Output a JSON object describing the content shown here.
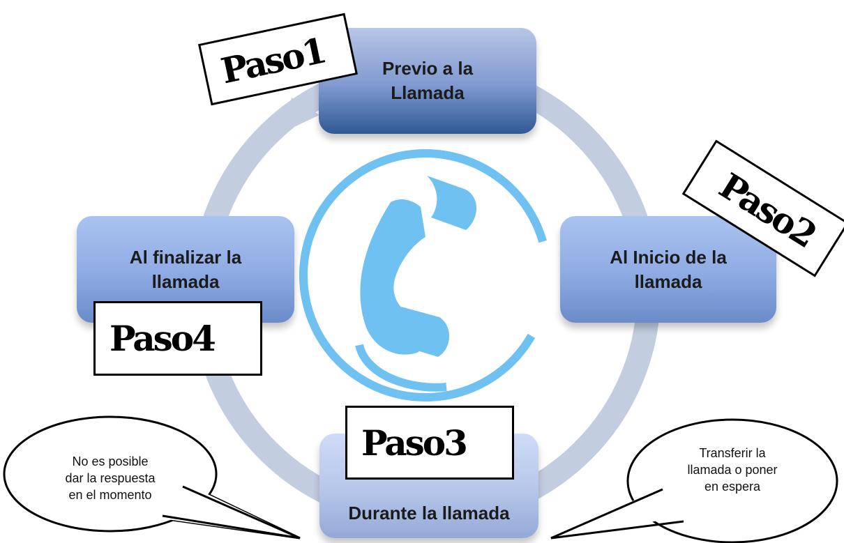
{
  "diagram": {
    "nodes": [
      {
        "id": "n1",
        "label": "Previo a la\nLlamada"
      },
      {
        "id": "n2",
        "label": "Al Inicio de la\nllamada"
      },
      {
        "id": "n3",
        "label": "Durante la llamada"
      },
      {
        "id": "n4",
        "label": "Al finalizar la\nllamada"
      }
    ],
    "steps": [
      {
        "id": "p1",
        "label": "Paso1"
      },
      {
        "id": "p2",
        "label": "Paso2"
      },
      {
        "id": "p3",
        "label": "Paso3"
      },
      {
        "id": "p4",
        "label": "Paso4"
      }
    ],
    "callouts": [
      {
        "id": "left",
        "text": "No es posible\ndar la respuesta\nen el momento"
      },
      {
        "id": "right",
        "text": "Transferir la\nllamada o poner\nen espera"
      }
    ],
    "center_icon": "phone-handset-icon",
    "colors": {
      "ring": "#c3cde0",
      "phone": "#6ec1f0",
      "node_dark": "#2f5995"
    }
  }
}
